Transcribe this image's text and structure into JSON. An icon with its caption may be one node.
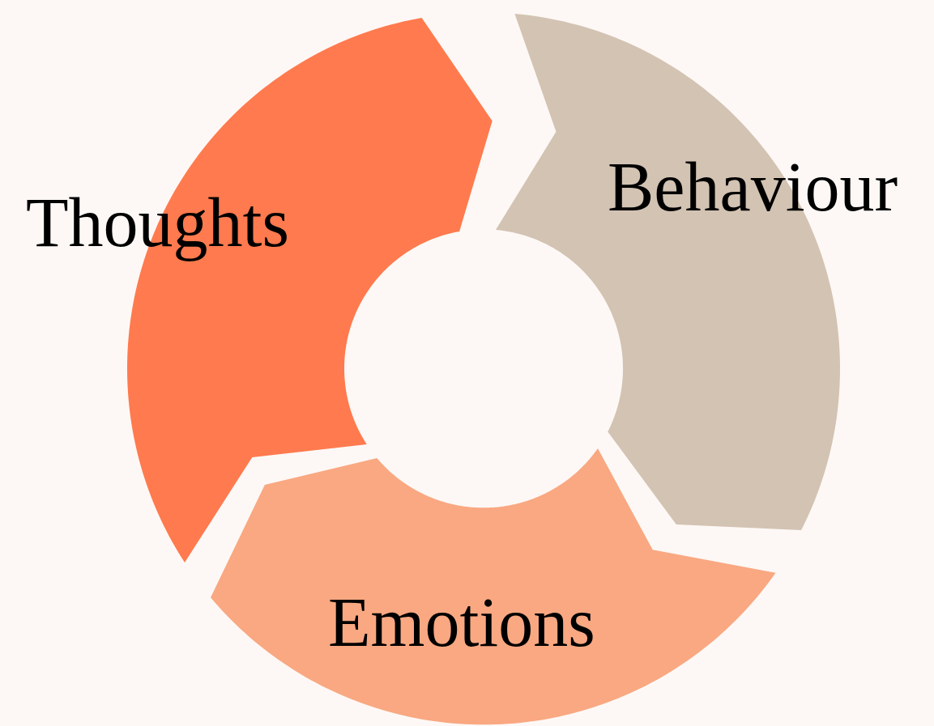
{
  "diagram": {
    "nodes": [
      {
        "text": [
          "Thoughts"
        ]
      },
      {
        "text": [
          "Behaviour"
        ]
      },
      {
        "text": [
          "Emotions"
        ]
      }
    ]
  }
}
